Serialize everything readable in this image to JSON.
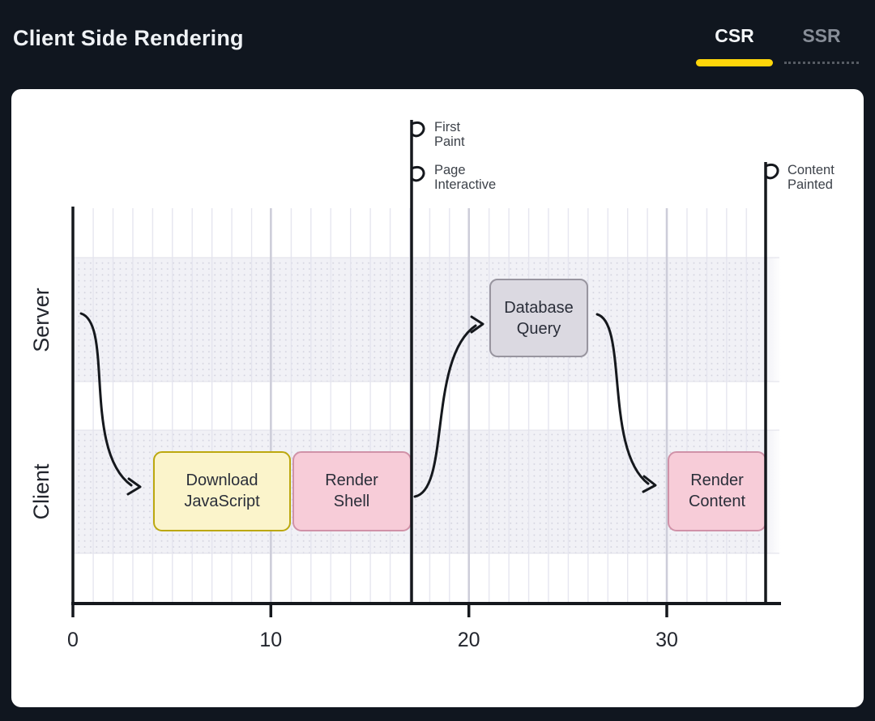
{
  "header": {
    "title": "Client Side Rendering",
    "tabs": [
      {
        "label": "CSR",
        "active": true
      },
      {
        "label": "SSR",
        "active": false
      }
    ]
  },
  "colors": {
    "background": "#10161f",
    "card": "#ffffff",
    "accent_tab_underline": "#FFD60A",
    "inactive_tab": "#878d97",
    "lane_fill": "#f1f1f6",
    "task_yellow_fill": "#FBF4CB",
    "task_yellow_border": "#BCA80F",
    "task_pink_fill": "#F7CCD8",
    "task_pink_border": "#D092A8",
    "task_gray_fill": "#DBD9E1",
    "task_gray_border": "#98959F",
    "ink": "#15181d"
  },
  "chart_data": {
    "type": "timeline",
    "title": "Client Side Rendering",
    "lanes": [
      "Server",
      "Client"
    ],
    "x_ticks": [
      0,
      10,
      20,
      30
    ],
    "xlim": [
      0,
      36
    ],
    "grid": "minor every 1 unit, major every 10 units",
    "tasks": [
      {
        "label": "Download JavaScript",
        "lane": "Client",
        "start": 4,
        "end": 11,
        "color": "#FBF4CB"
      },
      {
        "label": "Render Shell",
        "lane": "Client",
        "start": 11,
        "end": 17,
        "color": "#F7CCD8"
      },
      {
        "label": "Database Query",
        "lane": "Server",
        "start": 21,
        "end": 26,
        "color": "#DBD9E1"
      },
      {
        "label": "Render Content",
        "lane": "Client",
        "start": 30,
        "end": 35,
        "color": "#F7CCD8"
      }
    ],
    "markers": [
      {
        "label": "First Paint",
        "time": 17
      },
      {
        "label": "Page Interactive",
        "time": 17
      },
      {
        "label": "Content Painted",
        "time": 35
      }
    ]
  },
  "diagram": {
    "lane_labels": {
      "server": "Server",
      "client": "Client"
    },
    "ticks": [
      "0",
      "10",
      "20",
      "30"
    ],
    "tasks": {
      "download_js": {
        "line1": "Download",
        "line2": "JavaScript"
      },
      "render_shell": {
        "line1": "Render",
        "line2": "Shell"
      },
      "database_query": {
        "line1": "Database",
        "line2": "Query"
      },
      "render_content": {
        "line1": "Render",
        "line2": "Content"
      }
    },
    "markers": {
      "first_paint": {
        "line1": "First",
        "line2": "Paint"
      },
      "page_interactive": {
        "line1": "Page",
        "line2": "Interactive"
      },
      "content_painted": {
        "line1": "Content",
        "line2": "Painted"
      }
    }
  }
}
